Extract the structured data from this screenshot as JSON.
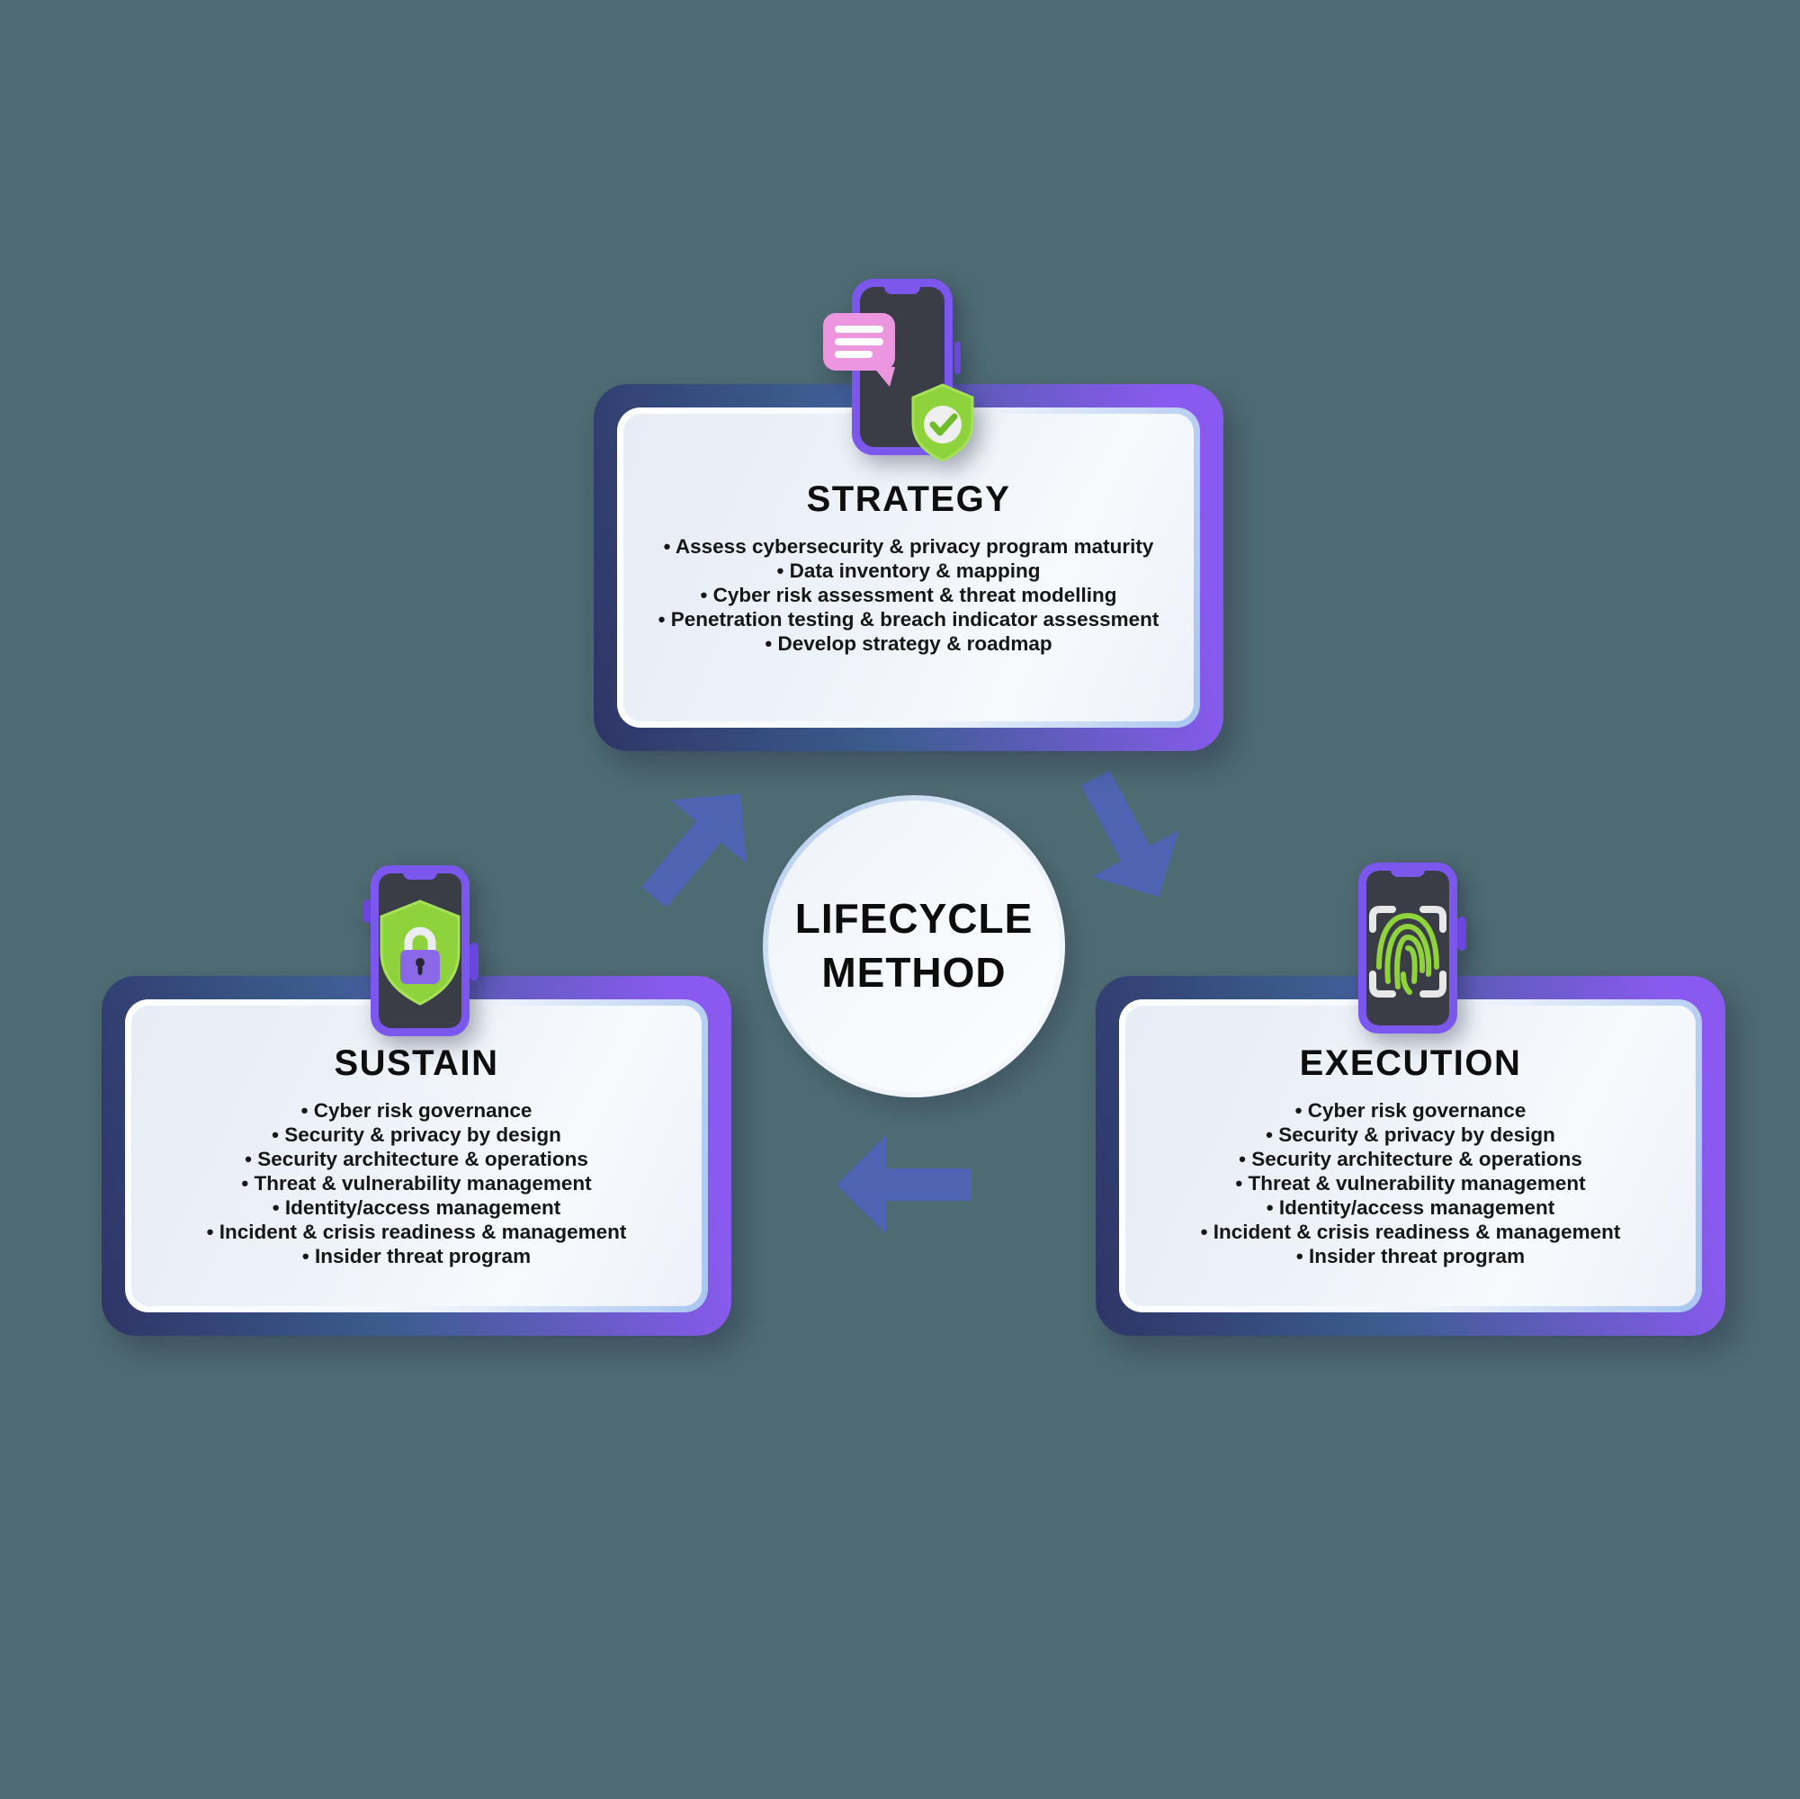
{
  "background_color": "#4e6a72",
  "colors": {
    "bg": "#4e6a72",
    "card_grad_a": "#2e3566",
    "card_grad_b": "#3c5d90",
    "card_grad_c": "#8a5af0",
    "arrow": "#4f64b2",
    "phone_frame": "#7c57ee",
    "phone_frame_dark": "#6a46dd",
    "phone_screen": "#3a3d46",
    "shield_green": "#8ed23c",
    "shield_green_light": "#a5e159",
    "bubble_pink": "#eb96df",
    "padlock_purple": "#8a68e8",
    "text": "#141414"
  },
  "center_circle": {
    "line1": "LIFECYCLE",
    "line2": "METHOD"
  },
  "cards": {
    "strategy": {
      "title": "STRATEGY",
      "icon": "chat-message-shield-check-phone",
      "bullets": [
        "• Assess cybersecurity & privacy program maturity",
        "• Data inventory & mapping",
        "• Cyber risk assessment & threat modelling",
        "• Penetration testing & breach indicator assessment",
        "• Develop strategy & roadmap"
      ]
    },
    "execution": {
      "title": "EXECUTION",
      "icon": "fingerprint-scan-phone",
      "bullets": [
        "• Cyber risk governance",
        "• Security & privacy by design",
        "• Security architecture & operations",
        "• Threat & vulnerability management",
        "• Identity/access management",
        "• Incident & crisis readiness & management",
        "• Insider threat program"
      ]
    },
    "sustain": {
      "title": "SUSTAIN",
      "icon": "lock-shield-phone",
      "bullets": [
        "• Cyber risk governance",
        "• Security & privacy by design",
        "• Security architecture & operations",
        "• Threat & vulnerability management",
        "• Identity/access management",
        "• Incident & crisis readiness & management",
        "• Insider threat program"
      ]
    }
  }
}
